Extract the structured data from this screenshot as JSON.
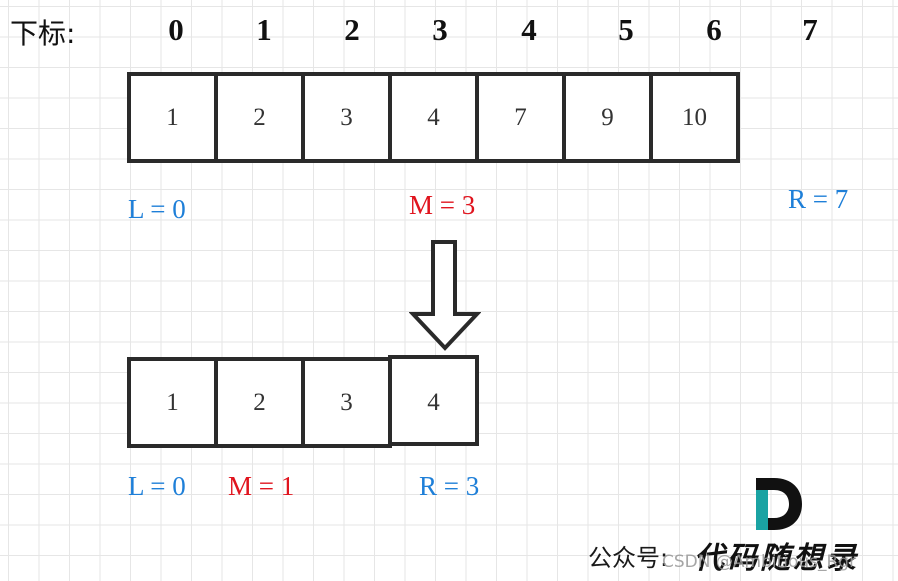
{
  "index_label": "下标:",
  "indices": [
    "0",
    "1",
    "2",
    "3",
    "4",
    "5",
    "6",
    "7"
  ],
  "array_top": [
    "1",
    "2",
    "3",
    "4",
    "7",
    "9",
    "10"
  ],
  "array_bottom": [
    "1",
    "2",
    "3",
    "4"
  ],
  "pointers_top": {
    "left": "L = 0",
    "mid": "M = 3",
    "right": "R = 7"
  },
  "pointers_bottom": {
    "left": "L = 0",
    "mid": "M = 1",
    "right": "R = 3"
  },
  "watermark": {
    "label": "公众号:",
    "brand": "代码随想录",
    "csdn": "CSDN @Ambitious_Rgr"
  },
  "colors": {
    "left_right": "#1e7fd8",
    "mid": "#e0141e",
    "logo_teal": "#1aa3a3"
  }
}
